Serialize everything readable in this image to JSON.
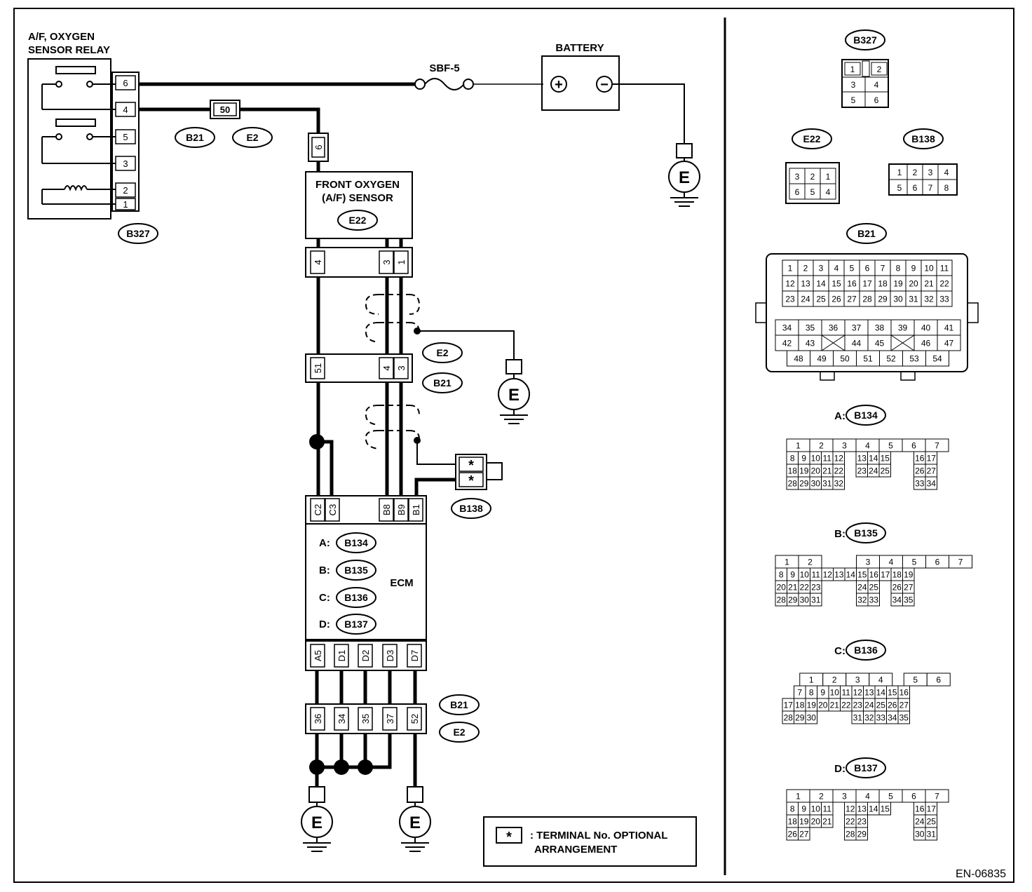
{
  "diagram_code": "EN-06835",
  "relay": {
    "title_line1": "A/F, OXYGEN",
    "title_line2": "SENSOR RELAY",
    "terminals": [
      "6",
      "4",
      "5",
      "3",
      "2",
      "1"
    ],
    "connector": "B327"
  },
  "fuse": {
    "name": "SBF-5"
  },
  "battery": {
    "title": "BATTERY",
    "plus": "+",
    "minus": "−"
  },
  "ground_symbol": "E",
  "junction_50": {
    "pin": "50",
    "connectors": [
      "B21",
      "E2"
    ]
  },
  "sensor": {
    "title_line1": "FRONT OXYGEN",
    "title_line2": "(A/F) SENSOR",
    "connector": "E22",
    "top_pin": "6",
    "bottom_pins": [
      "4",
      "3",
      "1"
    ]
  },
  "junction_b21_e2": {
    "connectors": [
      "E2",
      "B21"
    ],
    "pins": [
      "51",
      "4",
      "3"
    ]
  },
  "b138": {
    "connector": "B138",
    "pins": [
      "*",
      "*"
    ]
  },
  "ecm": {
    "title": "ECM",
    "top_pins": [
      "C2",
      "C3",
      "B8",
      "B9",
      "B1"
    ],
    "bottom_pins": [
      "A5",
      "D1",
      "D2",
      "D3",
      "D7"
    ],
    "connectors": [
      {
        "letter": "A:",
        "code": "B134"
      },
      {
        "letter": "B:",
        "code": "B135"
      },
      {
        "letter": "C:",
        "code": "B136"
      },
      {
        "letter": "D:",
        "code": "B137"
      }
    ]
  },
  "junction_bottom": {
    "connectors": [
      "B21",
      "E2"
    ],
    "pins": [
      "36",
      "34",
      "35",
      "37",
      "52"
    ]
  },
  "legend": {
    "symbol": "*",
    "text_line1": ": TERMINAL No. OPTIONAL",
    "text_line2": "ARRANGEMENT"
  },
  "views": {
    "B327": {
      "title": "B327",
      "rows": [
        [
          "1",
          "",
          "2"
        ],
        [
          "3",
          "4"
        ],
        [
          "5",
          "6"
        ]
      ]
    },
    "E22": {
      "title": "E22",
      "rows": [
        [
          "3",
          "2",
          "1"
        ],
        [
          "6",
          "5",
          "4"
        ]
      ]
    },
    "B138": {
      "title": "B138",
      "rows": [
        [
          "1",
          "2",
          "3",
          "4"
        ],
        [
          "5",
          "6",
          "7",
          "8"
        ]
      ]
    },
    "B21": {
      "title": "B21",
      "rows": [
        [
          "1",
          "2",
          "3",
          "4",
          "5",
          "6",
          "7",
          "8",
          "9",
          "10",
          "11"
        ],
        [
          "12",
          "13",
          "14",
          "15",
          "16",
          "17",
          "18",
          "19",
          "20",
          "21",
          "22"
        ],
        [
          "23",
          "24",
          "25",
          "26",
          "27",
          "28",
          "29",
          "30",
          "31",
          "32",
          "33"
        ],
        [
          "34",
          "35",
          "36",
          "37",
          "38",
          "39",
          "40",
          "41"
        ],
        [
          "42",
          "43",
          "",
          "44",
          "45",
          "",
          "46",
          "47"
        ],
        [
          "48",
          "49",
          "50",
          "51",
          "52",
          "53",
          "54"
        ]
      ]
    },
    "B134": {
      "title": "A:",
      "code": "B134",
      "rows": [
        [
          "1",
          "2",
          "3",
          "4",
          "5",
          "6",
          "7"
        ],
        [
          "8",
          "9",
          "10",
          "11",
          "12",
          "13",
          "14",
          "15",
          "16",
          "17"
        ],
        [
          "18",
          "19",
          "20",
          "21",
          "22",
          "23",
          "24",
          "25",
          "26",
          "27"
        ],
        [
          "28",
          "29",
          "30",
          "31",
          "32",
          "33",
          "34"
        ]
      ]
    },
    "B135": {
      "title": "B:",
      "code": "B135",
      "rows": [
        [
          "1",
          "2",
          "3",
          "4",
          "5",
          "6",
          "7"
        ],
        [
          "8",
          "9",
          "10",
          "11",
          "12",
          "13",
          "14",
          "15",
          "16",
          "17",
          "18",
          "19"
        ],
        [
          "20",
          "21",
          "22",
          "23",
          "24",
          "25",
          "26",
          "27"
        ],
        [
          "28",
          "29",
          "30",
          "31",
          "32",
          "33",
          "34",
          "35"
        ]
      ]
    },
    "B136": {
      "title": "C:",
      "code": "B136",
      "rows": [
        [
          "1",
          "2",
          "3",
          "4",
          "5",
          "6"
        ],
        [
          "7",
          "8",
          "9",
          "10",
          "11",
          "12",
          "13",
          "14",
          "15",
          "16"
        ],
        [
          "17",
          "18",
          "19",
          "20",
          "21",
          "22",
          "23",
          "24",
          "25",
          "26",
          "27"
        ],
        [
          "28",
          "29",
          "30",
          "31",
          "32",
          "33",
          "34",
          "35"
        ]
      ]
    },
    "B137": {
      "title": "D:",
      "code": "B137",
      "rows": [
        [
          "1",
          "2",
          "3",
          "4",
          "5",
          "6",
          "7"
        ],
        [
          "8",
          "9",
          "10",
          "11",
          "12",
          "13",
          "14",
          "15",
          "16",
          "17"
        ],
        [
          "18",
          "19",
          "20",
          "21",
          "22",
          "23",
          "24",
          "25"
        ],
        [
          "26",
          "27",
          "28",
          "29",
          "30",
          "31"
        ]
      ]
    }
  }
}
